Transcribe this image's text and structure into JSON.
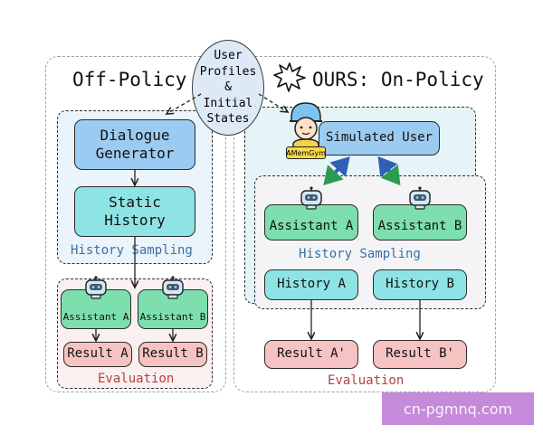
{
  "left_panel": {
    "title": "Off-Policy",
    "dialogue_generator": "Dialogue Generator",
    "static_history": "Static History",
    "history_sampling": "History Sampling",
    "assistant_a": "Assistant A",
    "assistant_b": "Assistant B",
    "result_a": "Result A",
    "result_b": "Result B",
    "evaluation": "Evaluation"
  },
  "center_bubble": {
    "text": "User Profiles & Initial States"
  },
  "right_panel": {
    "title": "OURS: On-Policy",
    "simulated_user": "Simulated User",
    "badge": "AMemGym",
    "assistant_a": "Assistant A",
    "assistant_b": "Assistant B",
    "history_sampling": "History Sampling",
    "history_a": "History A",
    "history_b": "History B",
    "result_a": "Result A'",
    "result_b": "Result B'",
    "evaluation": "Evaluation"
  },
  "watermark": "cn-pgmnq.com",
  "colors": {
    "blue_box": "#9ccbf2",
    "teal_box": "#8ee3e4",
    "green_box": "#7ddfae",
    "pink_box": "#f6c3c2",
    "label_blue": "#3b6fa6",
    "label_red": "#b24341",
    "watermark_bg": "#c58ad9"
  }
}
